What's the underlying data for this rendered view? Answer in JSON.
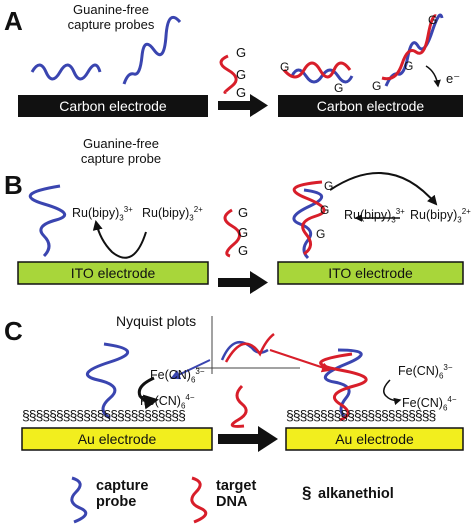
{
  "panel_a": {
    "letter": "A",
    "probe_label_line1": "Guanine-free",
    "probe_label_line2": "capture probes",
    "electrode_left": "Carbon electrode",
    "electrode_right": "Carbon electrode",
    "guanine": "G",
    "electron": "e⁻"
  },
  "panel_b": {
    "letter": "B",
    "probe_label_line1": "Guanine-free",
    "probe_label_line2": "capture probe",
    "electrode_left": "ITO electrode",
    "electrode_right": "ITO electrode",
    "ru3_base": "Ru(bipy)",
    "ru3_sub": "3",
    "ru3_sup": "3+",
    "ru2_base": "Ru(bipy)",
    "ru2_sub": "3",
    "ru2_sup": "2+",
    "guanine": "G"
  },
  "panel_c": {
    "letter": "C",
    "nyquist_label": "Nyquist plots",
    "electrode_left": "Au electrode",
    "electrode_right": "Au electrode",
    "fe3_base": "Fe(CN)",
    "fe3_sub": "6",
    "fe3_sup": "3−",
    "fe4_base": "Fe(CN)",
    "fe4_sub": "6",
    "fe4_sup": "4−"
  },
  "legend": {
    "capture_line1": "capture",
    "capture_line2": "probe",
    "target_line1": "target",
    "target_line2": "DNA",
    "alkanethiol": "alkanethiol"
  },
  "colors": {
    "probe_blue": "#3a45b0",
    "target_red": "#d81e2a",
    "electrode_black": "#111111",
    "ito_green": "#a8d63a",
    "au_yellow": "#f2ee1e"
  }
}
